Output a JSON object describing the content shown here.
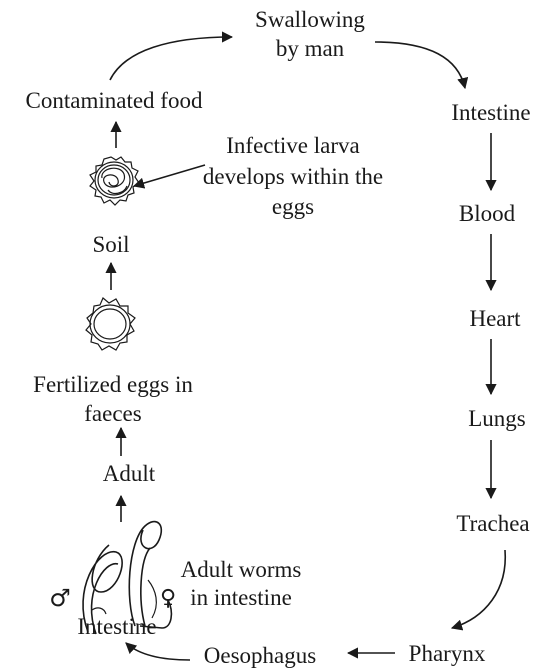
{
  "labels": {
    "swallowing_line1": "Swallowing",
    "swallowing_line2": "by man",
    "intestine_top": "Intestine",
    "blood": "Blood",
    "heart": "Heart",
    "lungs": "Lungs",
    "trachea": "Trachea",
    "pharynx": "Pharynx",
    "oesophagus": "Oesophagus",
    "intestine_bottom": "Intestine",
    "adult_worms_line1": "Adult worms",
    "adult_worms_line2": "in intestine",
    "adult": "Adult",
    "fertilized_line1": "Fertilized eggs in",
    "fertilized_line2": "faeces",
    "soil": "Soil",
    "infective_line1": "Infective larva",
    "infective_line2": "develops within the",
    "infective_line3": "eggs",
    "contaminated_food": "Contaminated food"
  },
  "symbols": {
    "male": "♂",
    "female": "♀"
  }
}
